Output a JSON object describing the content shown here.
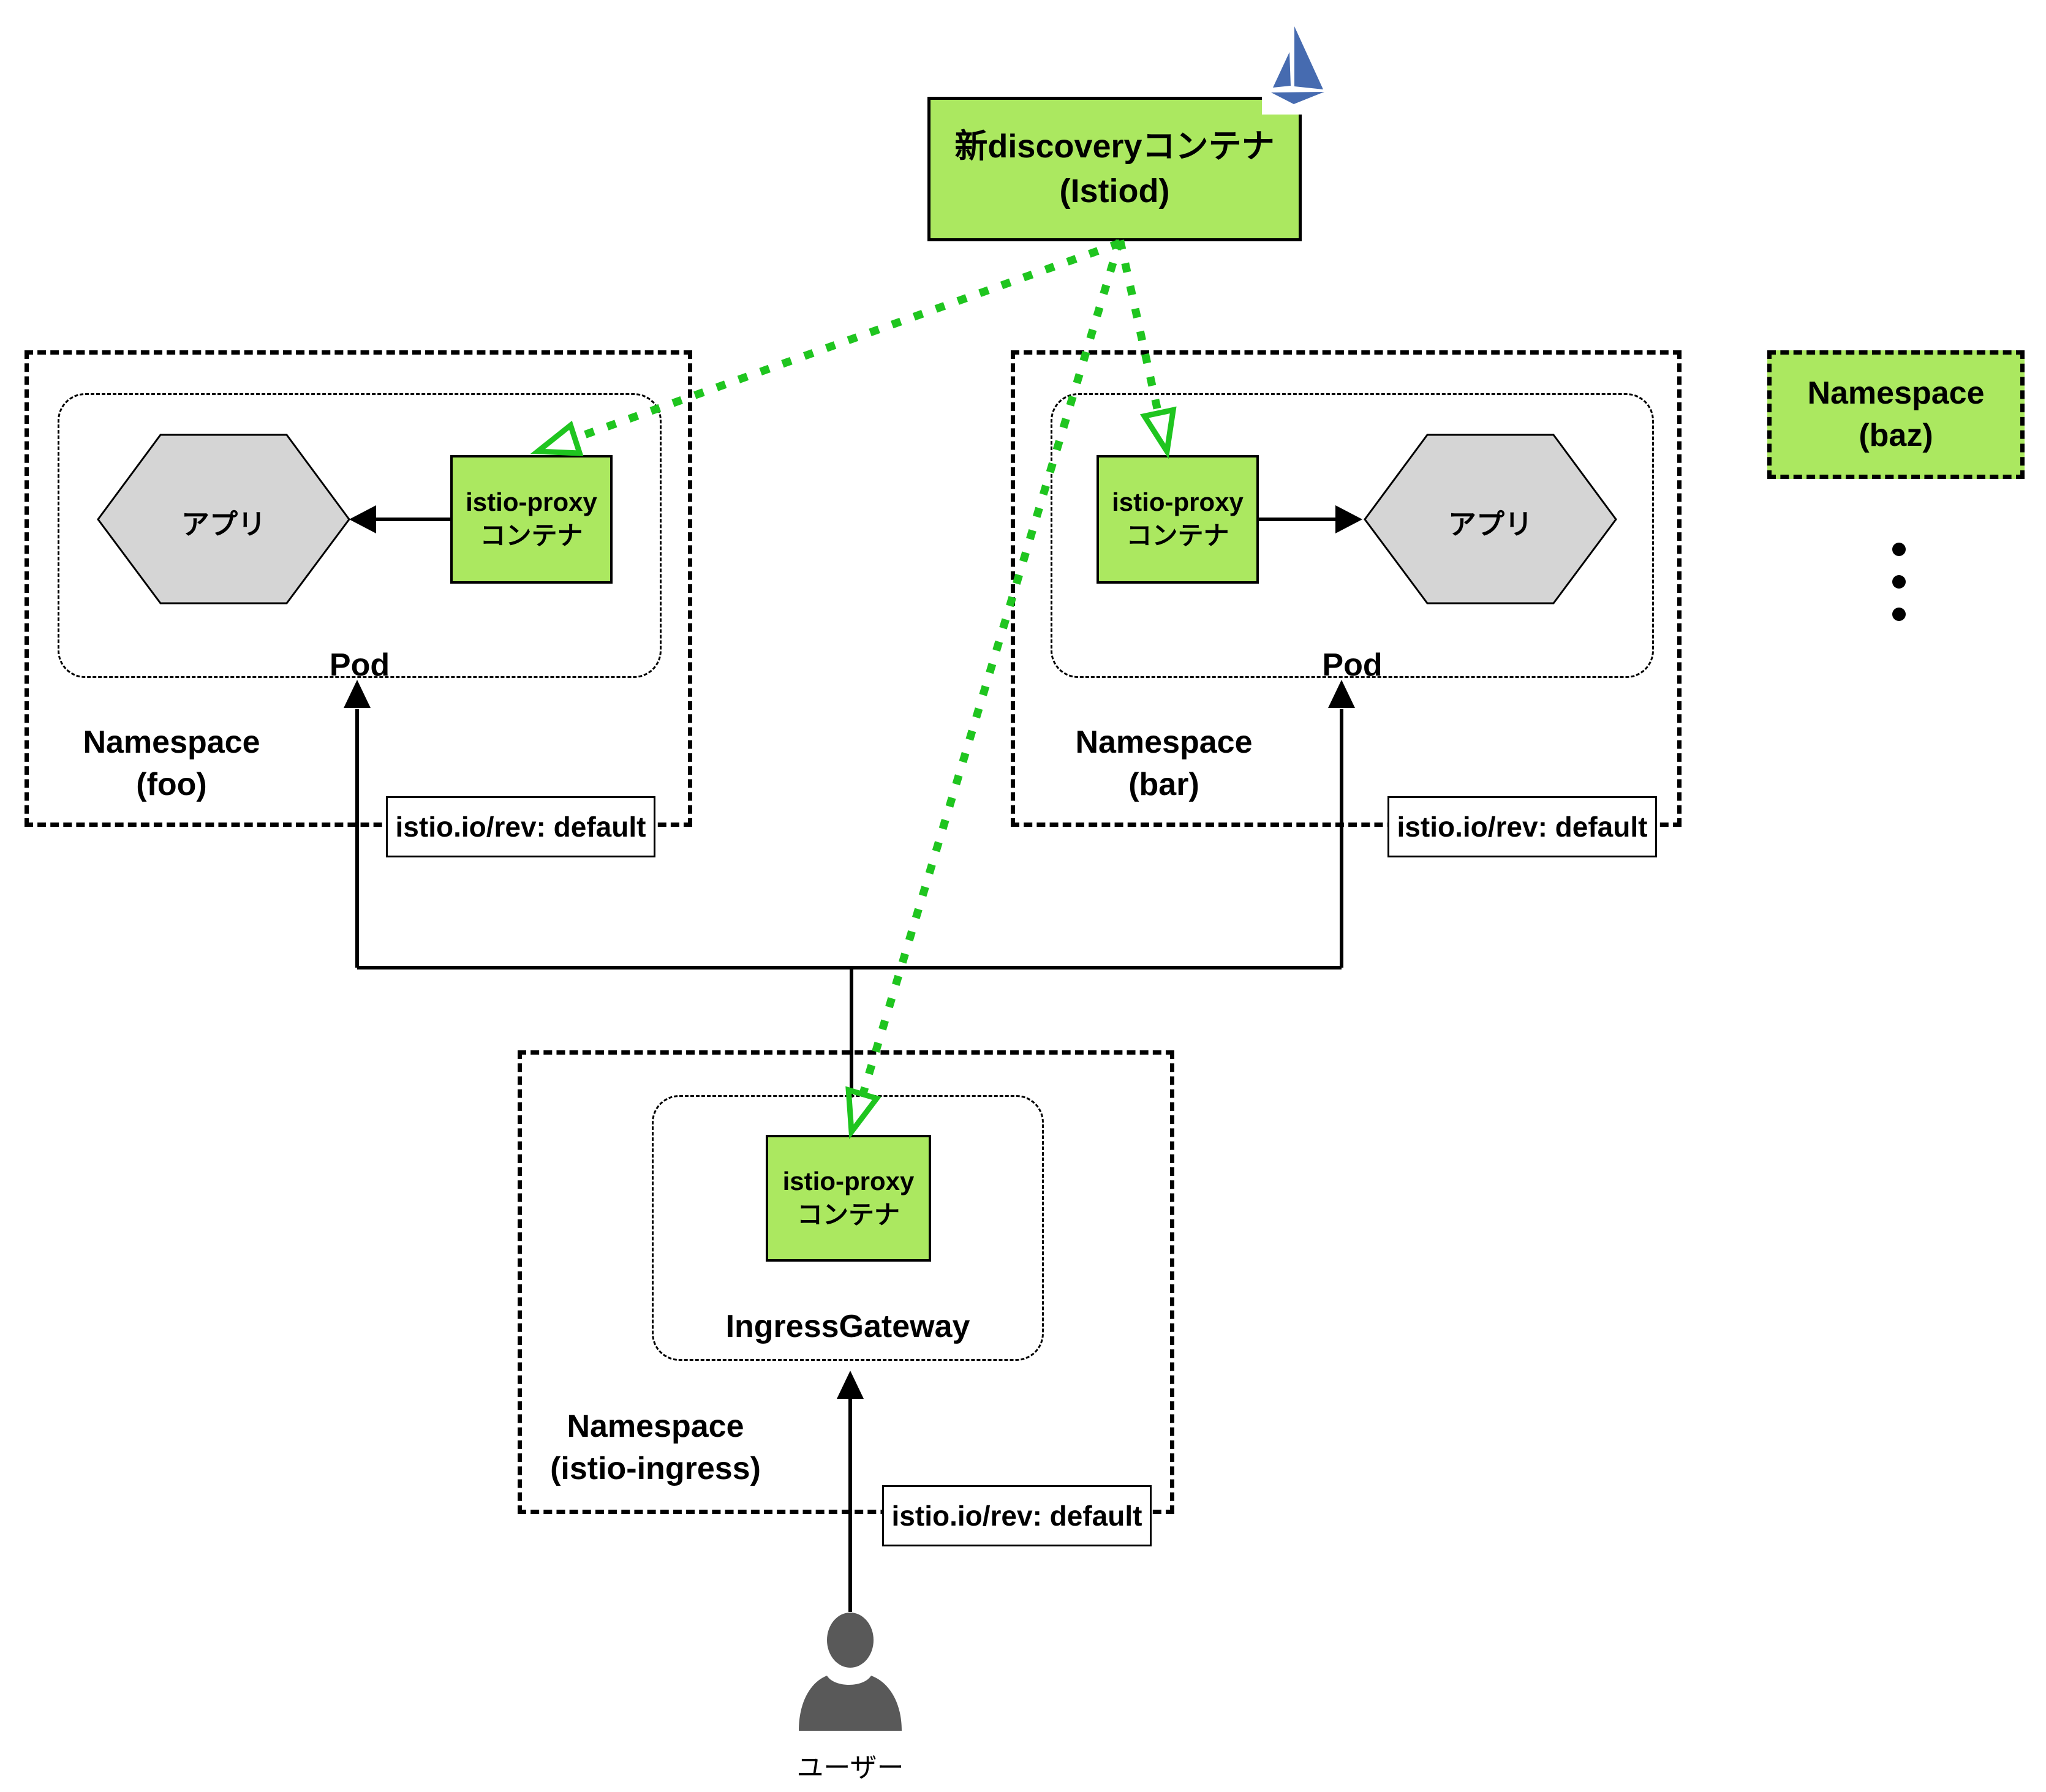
{
  "labels": {
    "istiod_line1": "新discoveryコンテナ",
    "istiod_line2": "(Istiod)",
    "proxy_line1": "istio-proxy",
    "proxy_line2": "コンテナ",
    "app": "アプリ",
    "pod": "Pod",
    "rev": "istio.io/rev: default",
    "ns_foo_line1": "Namespace",
    "ns_foo_line2": "(foo)",
    "ns_bar_line1": "Namespace",
    "ns_bar_line2": "(bar)",
    "ns_baz_line1": "Namespace",
    "ns_baz_line2": "(baz)",
    "ns_ingress_line1": "Namespace",
    "ns_ingress_line2": "(istio-ingress)",
    "ingress_gateway": "IngressGateway",
    "user": "ユーザー"
  },
  "icons": {
    "istio_logo": "istio-sailboat-logo",
    "user_icon": "user-person-silhouette",
    "ellipsis": "vertical-ellipsis-dots"
  },
  "colors": {
    "box_green": "#abe860",
    "discovery_arrow_green": "#1fc51f",
    "istio_blue": "#466BB0",
    "app_hexagon_gray": "#d5d5d5",
    "user_gray": "#595959",
    "line_black": "#000000",
    "background": "#ffffff"
  }
}
